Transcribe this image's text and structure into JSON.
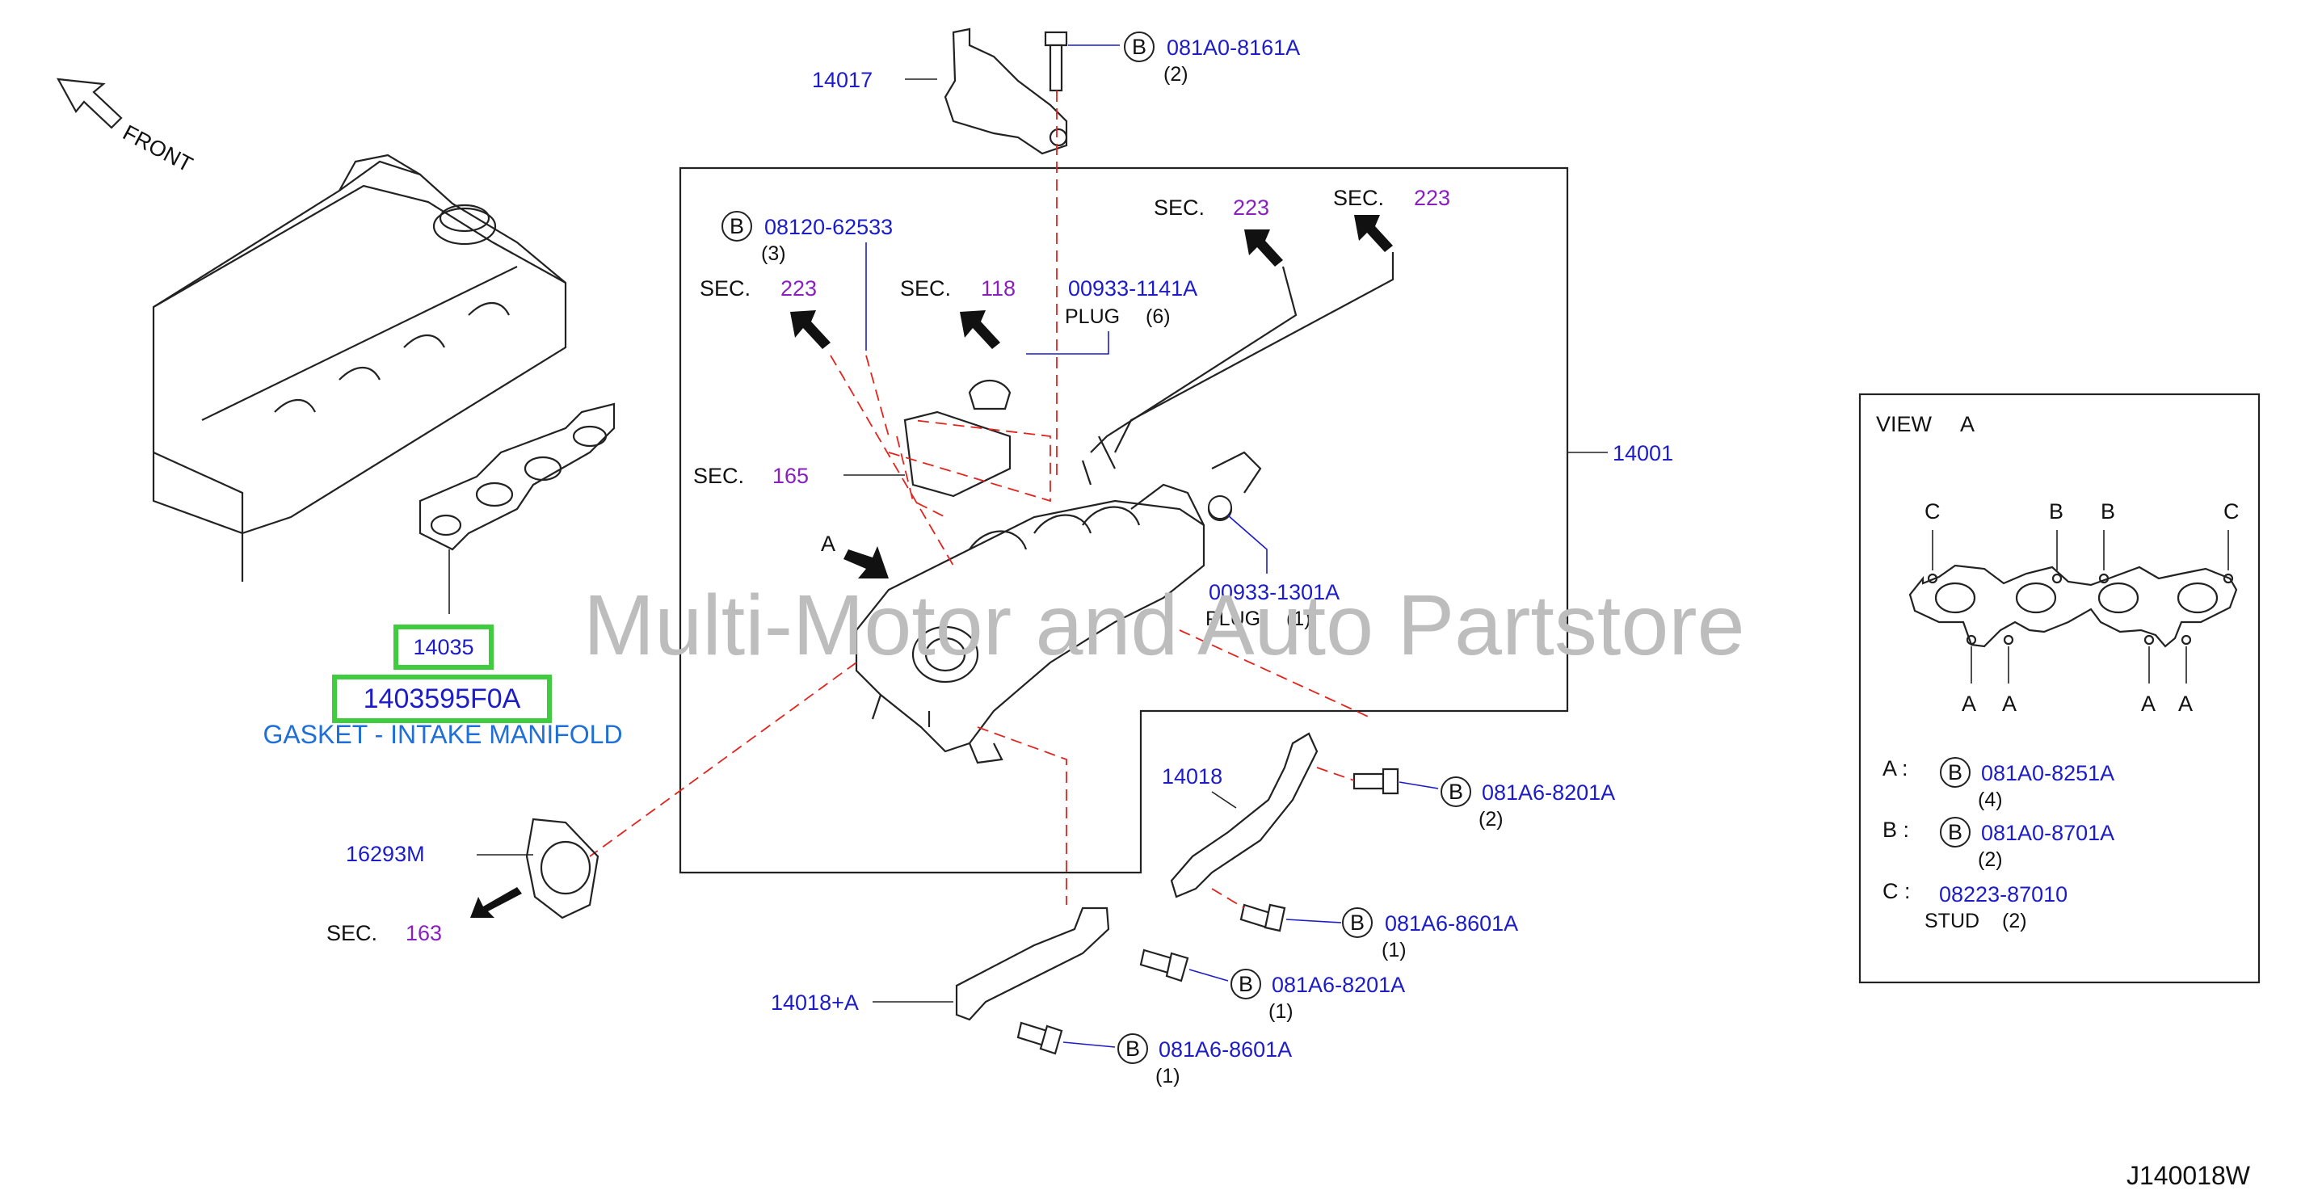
{
  "front_label": "FRONT",
  "watermark": "Multi-Motor and Auto Partstore",
  "diagram_id": "J140018W",
  "highlight": {
    "part_number": "14035",
    "full_number": "1403595F0A",
    "description": "GASKET - INTAKE MANIFOLD"
  },
  "callouts": {
    "p14017": "14017",
    "p14001": "14001",
    "p14018": "14018",
    "p14018a": "14018+A",
    "p16293m": "16293M",
    "b_top": {
      "badge": "B",
      "number": "081A0-8161A",
      "qty": "(2)"
    },
    "b_left": {
      "badge": "B",
      "number": "08120-62533",
      "qty": "(3)"
    },
    "plug6": {
      "number": "00933-1141A",
      "text": "PLUG",
      "qty": "(6)"
    },
    "plug1": {
      "number": "00933-1301A",
      "text": "PLUG",
      "qty": "(1)"
    },
    "b_82012": {
      "badge": "B",
      "number": "081A6-8201A",
      "qty": "(2)"
    },
    "b_86011": {
      "badge": "B",
      "number": "081A6-8601A",
      "qty": "(1)"
    },
    "b_82011": {
      "badge": "B",
      "number": "081A6-8201A",
      "qty": "(1)"
    },
    "b_86011b": {
      "badge": "B",
      "number": "081A6-8601A",
      "qty": "(1)"
    },
    "view_a_marker": "A"
  },
  "sections": {
    "sec_word": "SEC.",
    "s223a": "223",
    "s118": "118",
    "s223b": "223",
    "s223c": "223",
    "s165": "165",
    "s163": "163"
  },
  "view_a": {
    "title_word": "VIEW",
    "title_letter": "A",
    "top_labels": [
      "C",
      "B",
      "B",
      "C"
    ],
    "bottom_labels": [
      "A",
      "A",
      "A",
      "A"
    ],
    "legend": [
      {
        "key": "A :",
        "badge": "B",
        "number": "081A0-8251A",
        "qty": "(4)"
      },
      {
        "key": "B :",
        "badge": "B",
        "number": "081A0-8701A",
        "qty": "(2)"
      },
      {
        "key": "C :",
        "badge": "",
        "number": "08223-87010",
        "sub": "STUD",
        "qty": "(2)"
      }
    ]
  },
  "colors": {
    "highlight_green": "#3fcc3f",
    "part_number_blue": "#1c1cc8",
    "section_purple": "#8a1fc0",
    "description_blue": "#1f6fd6",
    "leader_red": "#e0241e"
  }
}
